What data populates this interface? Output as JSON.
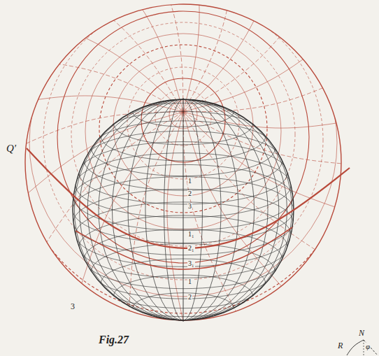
{
  "diagram": {
    "caption": "Fig.27",
    "labels": [
      "Q'",
      "1",
      "2",
      "3",
      "1₁",
      "2₁",
      "3₁",
      "1",
      "2",
      "3",
      "N",
      "R",
      "φ"
    ]
  }
}
